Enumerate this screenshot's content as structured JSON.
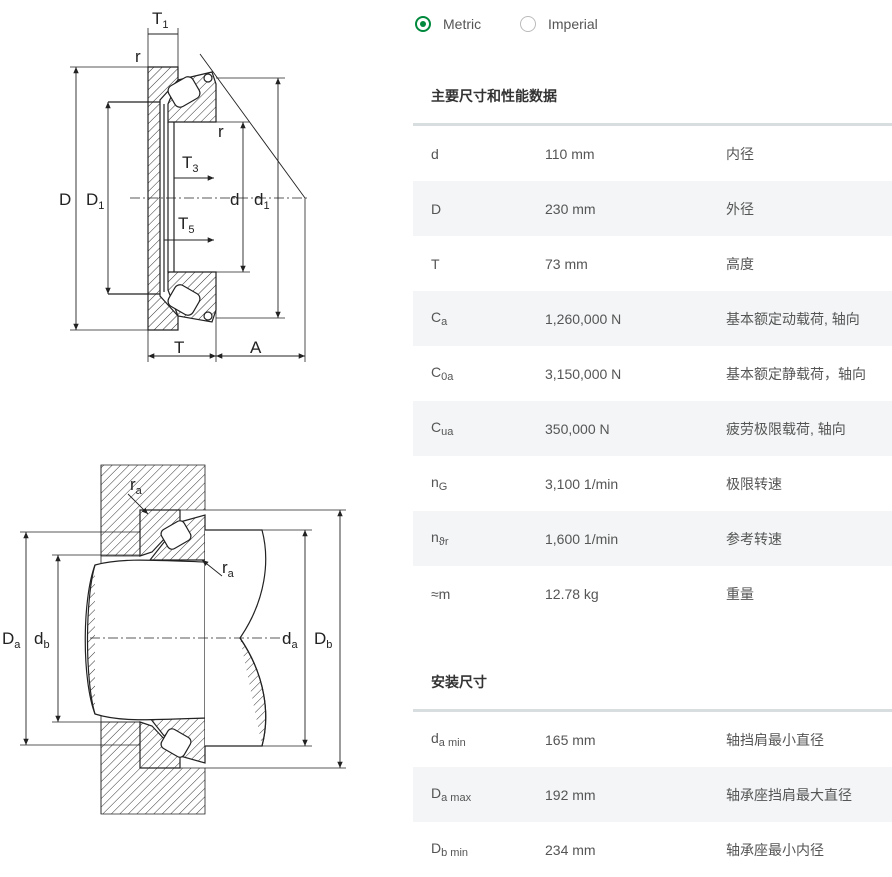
{
  "units": {
    "metric_label": "Metric",
    "imperial_label": "Imperial",
    "selected": "Metric",
    "accent_color": "#00893d"
  },
  "drawing_labels": {
    "T1": "T",
    "T1_sub": "1",
    "r": "r",
    "D": "D",
    "D1": "D",
    "D1_sub": "1",
    "T3": "T",
    "T3_sub": "3",
    "d": "d",
    "d1": "d",
    "d1_sub": "1",
    "T5": "T",
    "T5_sub": "5",
    "T": "T",
    "A": "A",
    "ra": "r",
    "ra_sub": "a",
    "Da": "D",
    "Da_sub": "a",
    "db": "d",
    "db_sub": "b",
    "da": "d",
    "da_sub": "a",
    "Db": "D",
    "Db_sub": "b"
  },
  "main_section": {
    "title": "主要尺寸和性能数据",
    "rows": [
      {
        "sym": "d",
        "sub": "",
        "value": "110 mm",
        "desc": "内径"
      },
      {
        "sym": "D",
        "sub": "",
        "value": "230 mm",
        "desc": "外径"
      },
      {
        "sym": "T",
        "sub": "",
        "value": "73 mm",
        "desc": "高度"
      },
      {
        "sym": "C",
        "sub": "a",
        "value": "1,260,000 N",
        "desc": "基本额定动载荷, 轴向"
      },
      {
        "sym": "C",
        "sub": "0a",
        "value": "3,150,000 N",
        "desc": "基本额定静载荷，轴向"
      },
      {
        "sym": "C",
        "sub": "ua",
        "value": "350,000 N",
        "desc": "疲劳极限载荷, 轴向"
      },
      {
        "sym": "n",
        "sub": "G",
        "value": "3,100 1/min",
        "desc": "极限转速"
      },
      {
        "sym": "n",
        "sub": "ϑr",
        "value": "1,600 1/min",
        "desc": "参考转速"
      },
      {
        "sym": "≈m",
        "sub": "",
        "value": "12.78 kg",
        "desc": "重量"
      }
    ]
  },
  "mount_section": {
    "title": "安装尺寸",
    "rows": [
      {
        "sym": "d",
        "sub": "a min",
        "value": "165 mm",
        "desc": "轴挡肩最小直径"
      },
      {
        "sym": "D",
        "sub": "a max",
        "value": "192 mm",
        "desc": "轴承座挡肩最大直径"
      },
      {
        "sym": "D",
        "sub": "b min",
        "value": "234 mm",
        "desc": "轴承座最小内径"
      }
    ]
  }
}
